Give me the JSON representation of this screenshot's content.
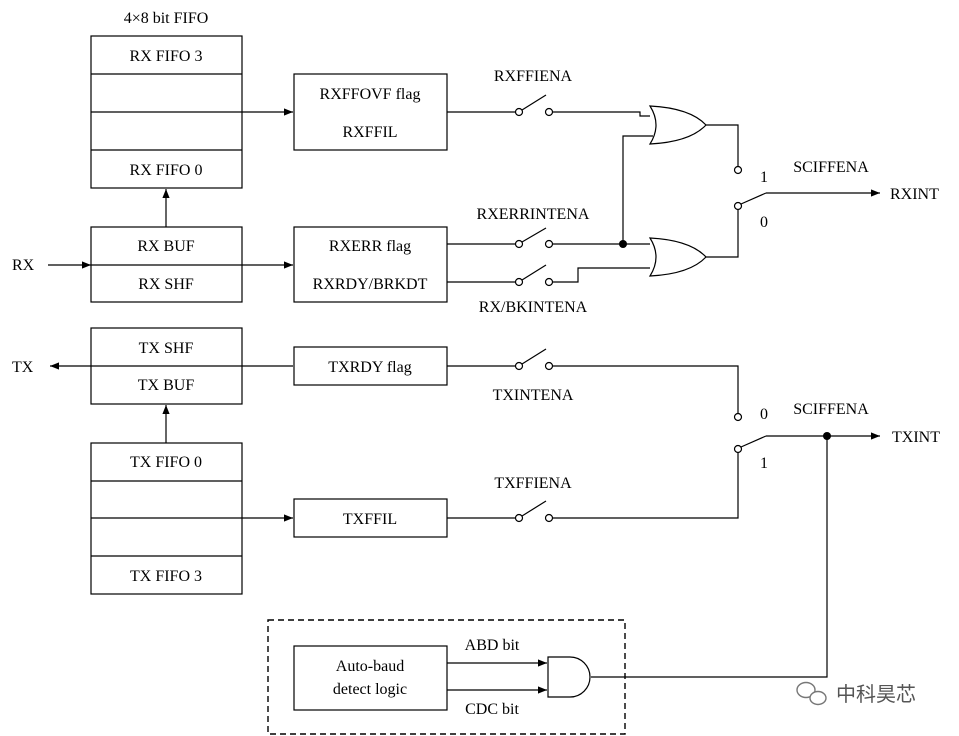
{
  "fifo_caption": "4×8 bit FIFO",
  "rx_fifo": {
    "top": "RX FIFO 3",
    "bottom": "RX FIFO 0"
  },
  "rx_buf": {
    "buf": "RX BUF",
    "shf": "RX SHF"
  },
  "rx_flags": {
    "ovf": "RXFFOVF flag",
    "fil": "RXFFIL"
  },
  "rx_err": {
    "err": "RXERR flag",
    "rdy": "RXRDY/BRKDT"
  },
  "tx_buf": {
    "shf": "TX SHF",
    "buf": "TX BUF"
  },
  "tx_flag": "TXRDY flag",
  "tx_fifo": {
    "top": "TX FIFO 0",
    "bottom": "TX FIFO 3"
  },
  "tx_fil": "TXFFIL",
  "switches": {
    "rxffiena": "RXFFIENA",
    "rxerrintena": "RXERRINTENA",
    "rxbkintena": "RX/BKINTENA",
    "txintena": "TXINTENA",
    "txffiena": "TXFFIENA"
  },
  "mux_rx": {
    "label": "SCIFFENA",
    "in1": "1",
    "in0": "0",
    "out": "RXINT"
  },
  "mux_tx": {
    "label": "SCIFFENA",
    "in0": "0",
    "in1": "1",
    "out": "TXINT"
  },
  "pins": {
    "rx": "RX",
    "tx": "TX"
  },
  "autobaud": {
    "line1": "Auto-baud",
    "line2": "detect logic",
    "abd": "ABD bit",
    "cdc": "CDC bit"
  },
  "watermark": "中科昊芯"
}
